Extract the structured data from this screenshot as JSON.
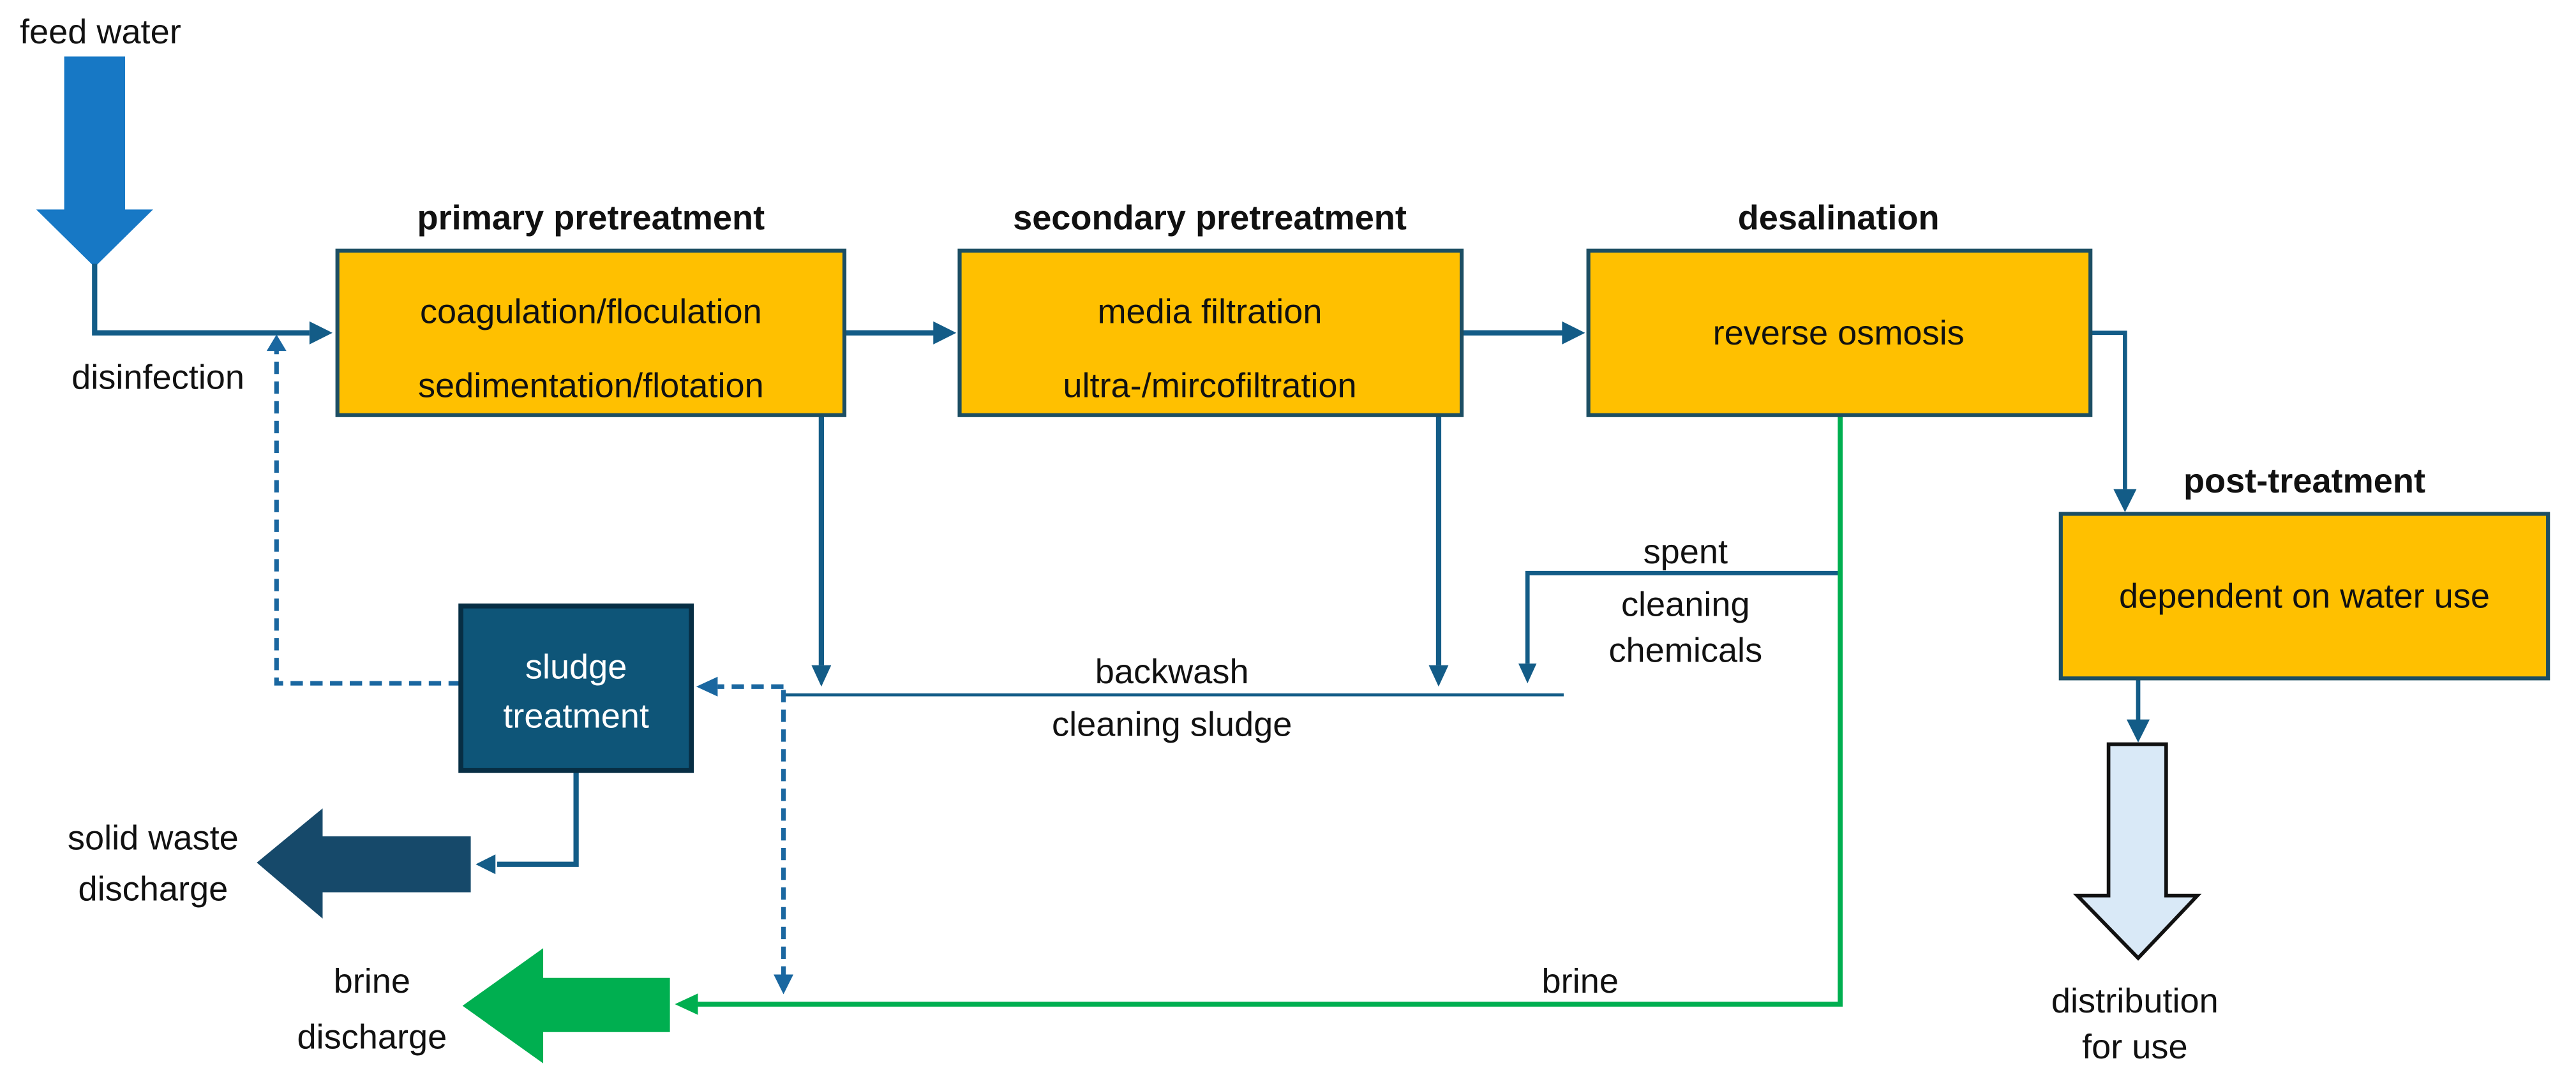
{
  "colors": {
    "line": "#135C87",
    "dash": "#1A67A0",
    "text": "#111111",
    "box_fill": "#FFC000",
    "box_border": "#1C4E63",
    "sludge_fill": "#0E5578",
    "sludge_border": "#072E44",
    "sludge_text": "#FFFFFF",
    "feed_fill": "#1778C5",
    "waste_fill": "#16496A",
    "green": "#00AF50",
    "dist_fill": "#D9E9F7",
    "dist_border": "#111111"
  },
  "labels": {
    "feed_water": "feed water",
    "disinfection": "disinfection",
    "backwash_line1": "backwash",
    "backwash_line2": "cleaning sludge",
    "spent_line1": "spent",
    "spent_line2": "cleaning",
    "spent_line3": "chemicals",
    "brine": "brine",
    "solid_waste_line1": "solid waste",
    "solid_waste_line2": "discharge",
    "brine_discharge_line1": "brine",
    "brine_discharge_line2": "discharge",
    "distribution_line1": "distribution",
    "distribution_line2": "for use"
  },
  "stages": {
    "primary": {
      "header": "primary pretreatment",
      "line1": "coagulation/floculation",
      "line2": "sedimentation/flotation"
    },
    "secondary": {
      "header": "secondary pretreatment",
      "line1": "media filtration",
      "line2": "ultra-/mircofiltration"
    },
    "desalination": {
      "header": "desalination",
      "line1": "reverse osmosis"
    },
    "post": {
      "header": "post-treatment",
      "line1": "dependent on water use"
    },
    "sludge": {
      "line1": "sludge",
      "line2": "treatment"
    }
  }
}
